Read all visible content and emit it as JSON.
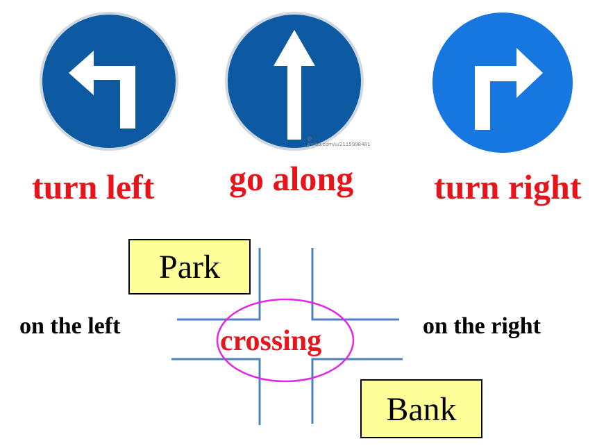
{
  "signs": [
    {
      "label": "turn left",
      "icon": "turn-left-arrow-icon"
    },
    {
      "label": "go along",
      "icon": "straight-arrow-icon"
    },
    {
      "label": "turn right",
      "icon": "turn-right-arrow-icon"
    }
  ],
  "watermark": "@ ... weibo.com/u/2115998481",
  "map": {
    "park": "Park",
    "bank": "Bank",
    "left_label": "on the left",
    "right_label": "on the right",
    "crossing": "crossing"
  },
  "colors": {
    "sign_blue_dark": "#0d5aa3",
    "sign_blue_bright": "#1677e0",
    "label_red": "#e8141b",
    "road_blue": "#4f81bd",
    "box_fill": "#ffff99",
    "ellipse_magenta": "#e326e6"
  }
}
